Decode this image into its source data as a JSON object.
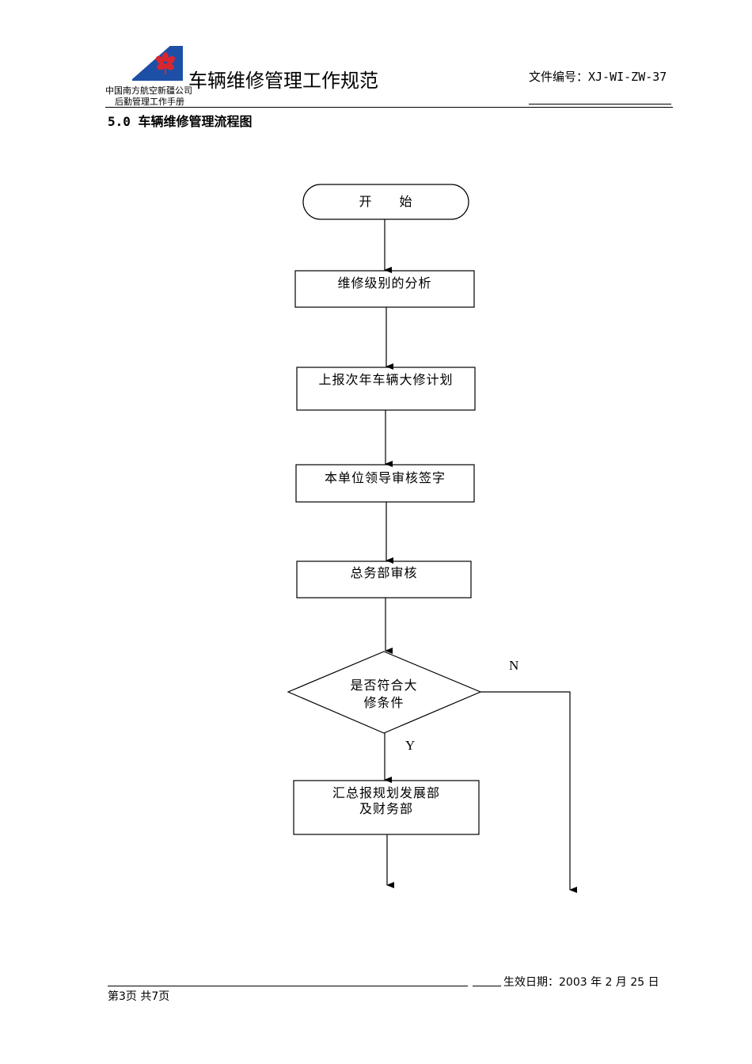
{
  "header": {
    "company_line1": "中国南方航空新疆公司",
    "company_line2": "后勤管理工作手册",
    "title": "车辆维修管理工作规范",
    "doc_number": "文件编号：XJ-WI-ZW-37"
  },
  "section_title": "5.0 车辆维修管理流程图",
  "flowchart": {
    "start": "开　　始",
    "step1": "维修级别的分析",
    "step2": "上报次年车辆大修计划",
    "step3": "本单位领导审核签字",
    "step4": "总务部审核",
    "decision_line1": "是否符合大",
    "decision_line2": "修条件",
    "label_no": "N",
    "label_yes": "Y",
    "step5_line1": "汇总报规划发展部",
    "step5_line2": "及财务部"
  },
  "footer": {
    "effective_date": "生效日期：2003 年 2 月 25 日",
    "page": "第3页 共7页"
  },
  "colors": {
    "logo_blue": "#1d4fa6",
    "logo_red": "#d9262e"
  }
}
